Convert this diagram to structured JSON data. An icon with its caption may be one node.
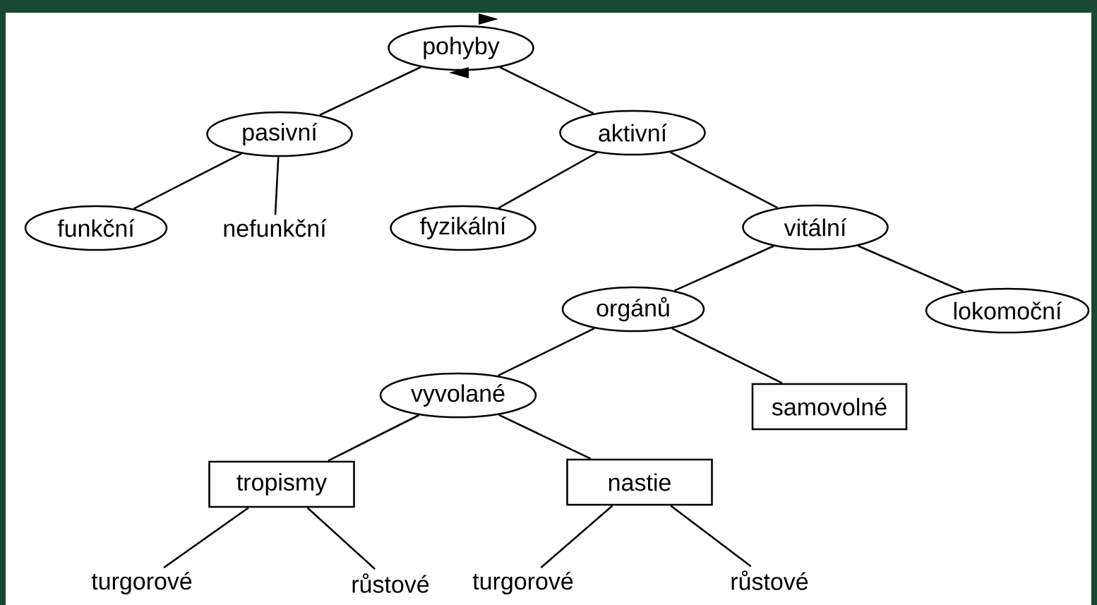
{
  "diagram": {
    "nodes": [
      {
        "text": [
          "pohyby"
        ]
      },
      {
        "text": [
          "pasivní"
        ]
      },
      {
        "text": [
          "aktivní"
        ]
      },
      {
        "text": [
          "funkční"
        ]
      },
      {
        "text": [
          "nefunkční"
        ]
      },
      {
        "text": [
          "fyzikální"
        ]
      },
      {
        "text": [
          "vitální"
        ]
      },
      {
        "text": [
          "orgánů"
        ]
      },
      {
        "text": [
          "lokomoční"
        ]
      },
      {
        "text": [
          "vyvolané"
        ]
      },
      {
        "text": [
          "samovolné"
        ]
      },
      {
        "text": [
          "tropismy"
        ]
      },
      {
        "text": [
          "nastie"
        ]
      },
      {
        "text": [
          "turgorové"
        ]
      },
      {
        "text": [
          "růstové"
        ]
      },
      {
        "text": [
          "turgorové"
        ]
      },
      {
        "text": [
          "růstové"
        ]
      }
    ],
    "edges": [
      {
        "from": 0,
        "to": 1,
        "arrow": "none"
      },
      {
        "from": 0,
        "to": 2,
        "arrow": "none"
      },
      {
        "from": 1,
        "to": 3,
        "arrow": "none"
      },
      {
        "from": 1,
        "to": 4,
        "arrow": "none"
      },
      {
        "from": 2,
        "to": 5,
        "arrow": "none"
      },
      {
        "from": 2,
        "to": 6,
        "arrow": "none"
      },
      {
        "from": 6,
        "to": 7,
        "arrow": "none"
      },
      {
        "from": 6,
        "to": 8,
        "arrow": "none"
      },
      {
        "from": 7,
        "to": 9,
        "arrow": "none"
      },
      {
        "from": 7,
        "to": 10,
        "arrow": "none"
      },
      {
        "from": 9,
        "to": 11,
        "arrow": "none"
      },
      {
        "from": 9,
        "to": 12,
        "arrow": "none"
      },
      {
        "from": 11,
        "to": 13,
        "arrow": "none"
      },
      {
        "from": 11,
        "to": 14,
        "arrow": "none"
      },
      {
        "from": 12,
        "to": 15,
        "arrow": "none"
      },
      {
        "from": 12,
        "to": 16,
        "arrow": "none"
      }
    ]
  }
}
